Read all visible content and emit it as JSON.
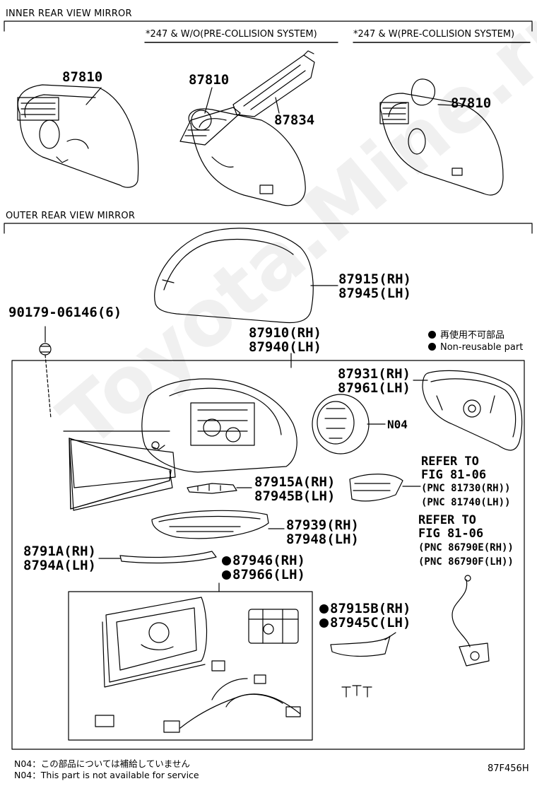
{
  "sections": {
    "inner_title": "INNER REAR VIEW MIRROR",
    "outer_title": "OUTER REAR VIEW MIRROR"
  },
  "conditions": {
    "without_pcs": "*247 & W/O(PRE-COLLISION SYSTEM)",
    "with_pcs": "*247 & W(PRE-COLLISION SYSTEM)"
  },
  "inner_parts": {
    "mirror_a": "87810",
    "mirror_b": "87810",
    "bracket": "87834",
    "mirror_c": "87810"
  },
  "outer_parts": {
    "cover_rh": "87915(RH)",
    "cover_lh": "87945(LH)",
    "screw": "90179-06146(6)",
    "assy_rh": "87910(RH)",
    "assy_lh": "87940(LH)",
    "housing_rh": "87931(RH)",
    "housing_lh": "87961(LH)",
    "n04": "N04",
    "cover_a_rh": "87915A(RH)",
    "cover_a_lh": "87945B(LH)",
    "lamp_rh": "87939(RH)",
    "lamp_lh": "87948(LH)",
    "garnish_rh": "8791A(RH)",
    "garnish_lh": "8794A(LH)",
    "actuator_rh": "87946(RH)",
    "actuator_lh": "87966(LH)",
    "cover_b_rh": "87915B(RH)",
    "cover_b_lh": "87945C(LH)"
  },
  "references": {
    "ref1_line1": "REFER TO",
    "ref1_line2": "FIG 81-06",
    "ref1_pnc1": "(PNC 81730(RH))",
    "ref1_pnc2": "(PNC 81740(LH))",
    "ref2_line1": "REFER TO",
    "ref2_line2": "FIG 81-06",
    "ref2_pnc1": "(PNC 86790E(RH))",
    "ref2_pnc2": "(PNC 86790F(LH))"
  },
  "legend": {
    "jp": "再使用不可部品",
    "en": "Non-reusable part"
  },
  "footnotes": {
    "line1": "N04：この部品については補給していません",
    "line2": "N04：This part is not available for service"
  },
  "figure_code": "87F456H",
  "watermark": "Toyota.Mine.ru",
  "colors": {
    "line": "#000000",
    "background": "#ffffff"
  }
}
